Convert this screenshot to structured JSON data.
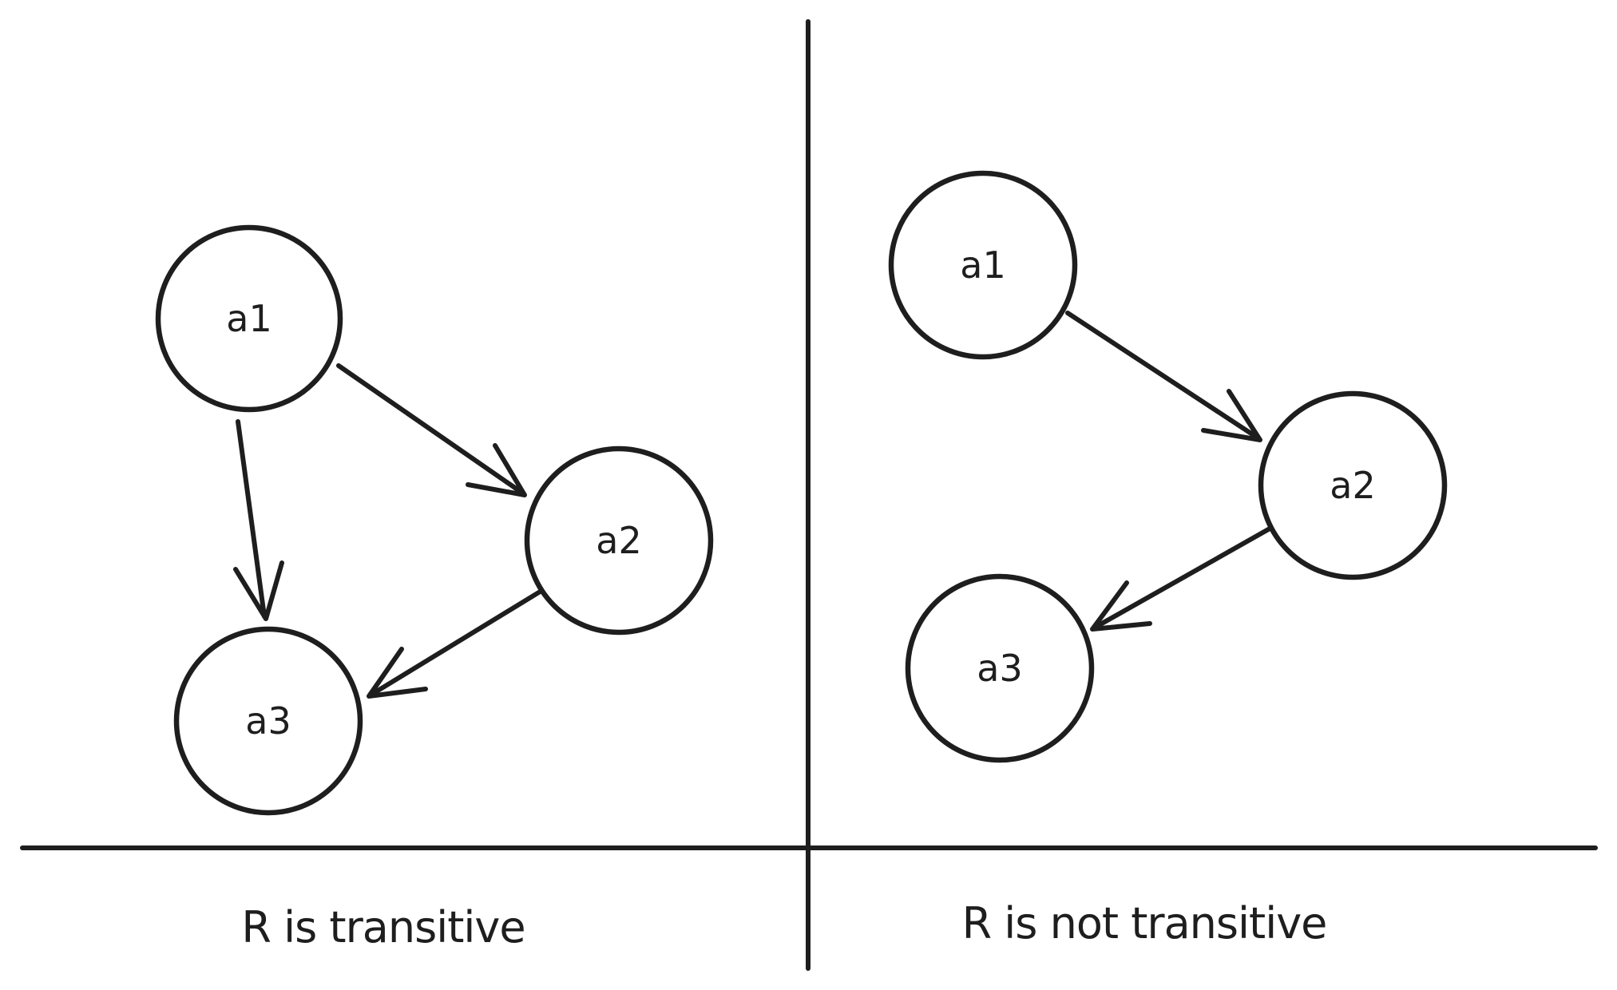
{
  "diagram": {
    "left_panel": {
      "caption": "R is transitive",
      "nodes": [
        {
          "id": "a1",
          "label": "a1"
        },
        {
          "id": "a2",
          "label": "a2"
        },
        {
          "id": "a3",
          "label": "a3"
        }
      ],
      "edges": [
        {
          "from": "a1",
          "to": "a2"
        },
        {
          "from": "a1",
          "to": "a3"
        },
        {
          "from": "a2",
          "to": "a3"
        }
      ]
    },
    "right_panel": {
      "caption": "R is not transitive",
      "nodes": [
        {
          "id": "a1",
          "label": "a1"
        },
        {
          "id": "a2",
          "label": "a2"
        },
        {
          "id": "a3",
          "label": "a3"
        }
      ],
      "edges": [
        {
          "from": "a1",
          "to": "a2"
        },
        {
          "from": "a2",
          "to": "a3"
        }
      ]
    },
    "colors": {
      "ink": "#1e1e1e",
      "background": "#ffffff"
    }
  }
}
